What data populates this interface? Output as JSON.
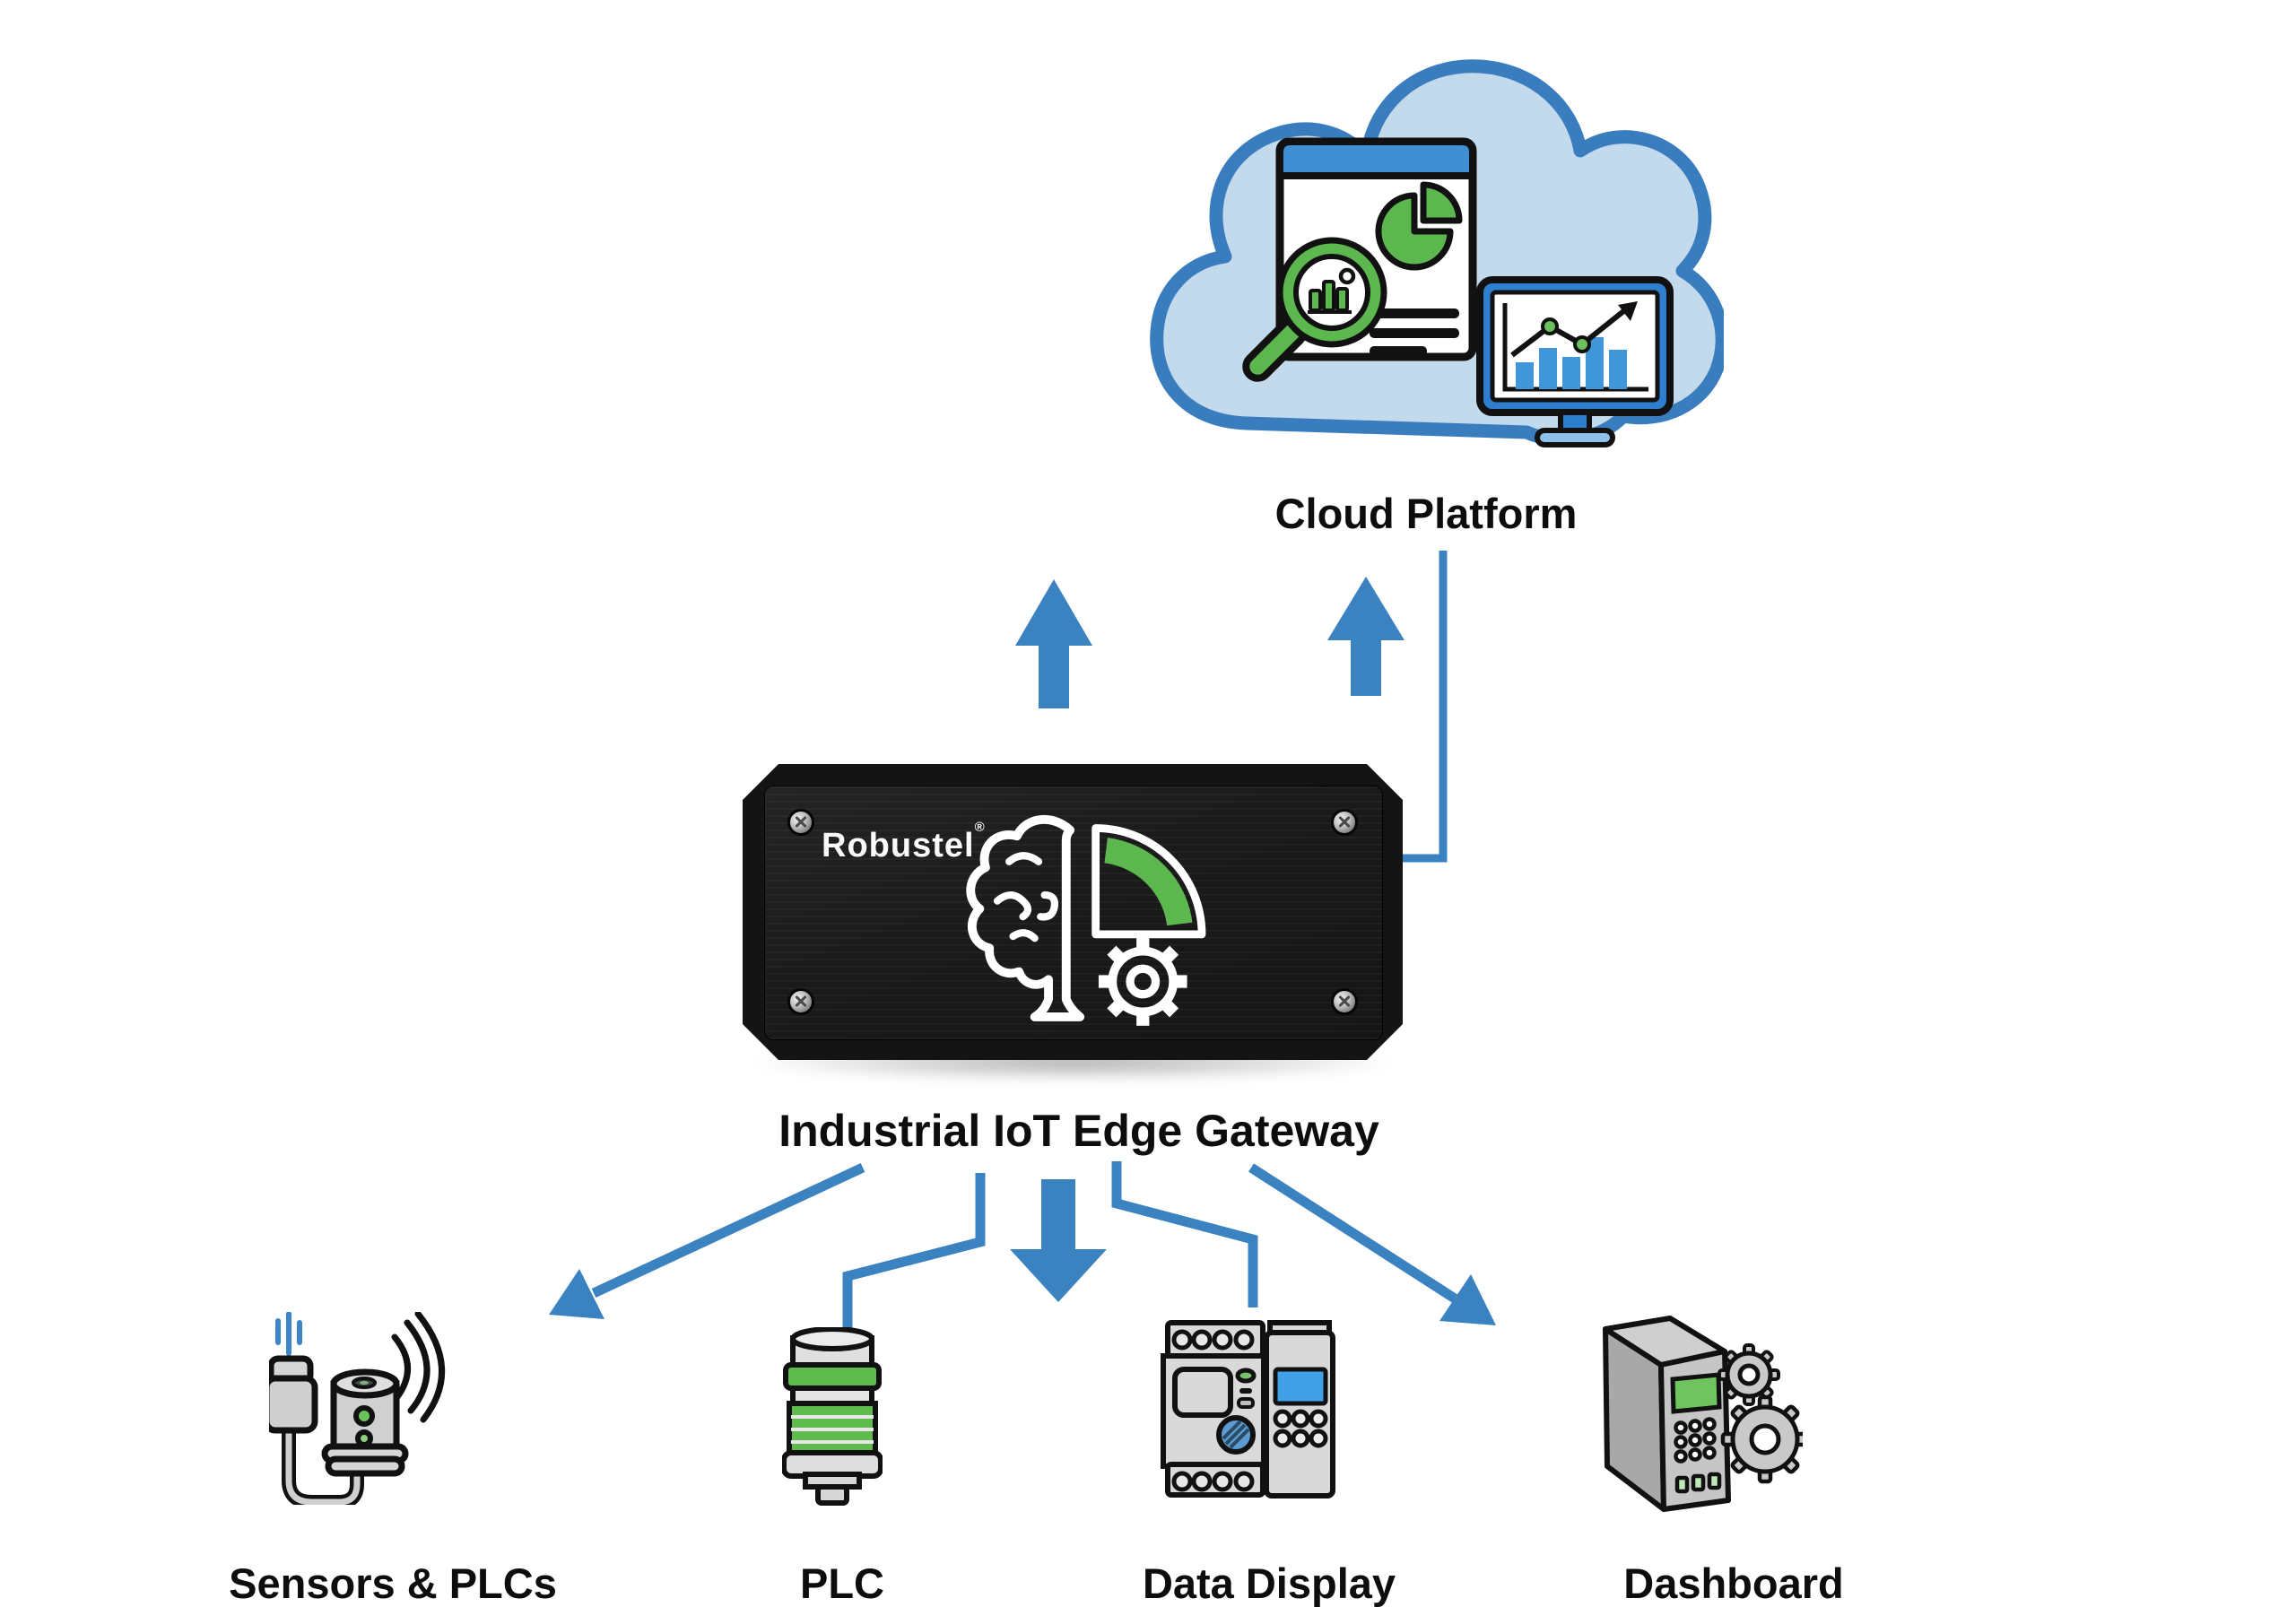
{
  "diagram": {
    "background": "#ffffff",
    "cloud": {
      "label": "Cloud Platform",
      "icons": [
        "analytics-report-icon",
        "monitor-chart-icon"
      ]
    },
    "gateway": {
      "label": "Industrial IoT Edge Gateway",
      "brand": "Robustel",
      "brand_mark": "®",
      "icon": "brain-gauge-gear-icon"
    },
    "endpoints": [
      {
        "id": "sensors-plcs",
        "label": "Sensors & PLCs",
        "icon": "wireless-sensor-icon"
      },
      {
        "id": "plc",
        "label": "PLC",
        "icon": "plc-stack-icon"
      },
      {
        "id": "data-display",
        "label": "Data Display",
        "icon": "panel-meter-icon"
      },
      {
        "id": "dashboard",
        "label": "Dashboard",
        "icon": "control-cabinet-gears-icon"
      }
    ],
    "connections": [
      {
        "from": "gateway",
        "to": "cloud",
        "type": "block-arrow-up",
        "count": 2
      },
      {
        "from": "cloud",
        "to": "gateway",
        "type": "elbow-line"
      },
      {
        "from": "gateway",
        "to": "sensors-plcs",
        "type": "diagonal-arrow"
      },
      {
        "from": "gateway",
        "to": "plc",
        "type": "elbow-line"
      },
      {
        "from": "gateway",
        "to": "below-center",
        "type": "block-arrow-down"
      },
      {
        "from": "gateway",
        "to": "data-display",
        "type": "elbow-line"
      },
      {
        "from": "gateway",
        "to": "dashboard",
        "type": "diagonal-arrow"
      }
    ],
    "colors": {
      "connector_blue": "#3b82c0",
      "cloud_fill": "#c3d9ec",
      "cloud_outline": "#3a7dbf",
      "accent_green": "#5cb84e",
      "screen_blue": "#3f97d9",
      "device_black": "#141414",
      "icon_gray": "#d2d2d2",
      "outline_black": "#111111",
      "label_text": "#0d0d0d"
    }
  }
}
